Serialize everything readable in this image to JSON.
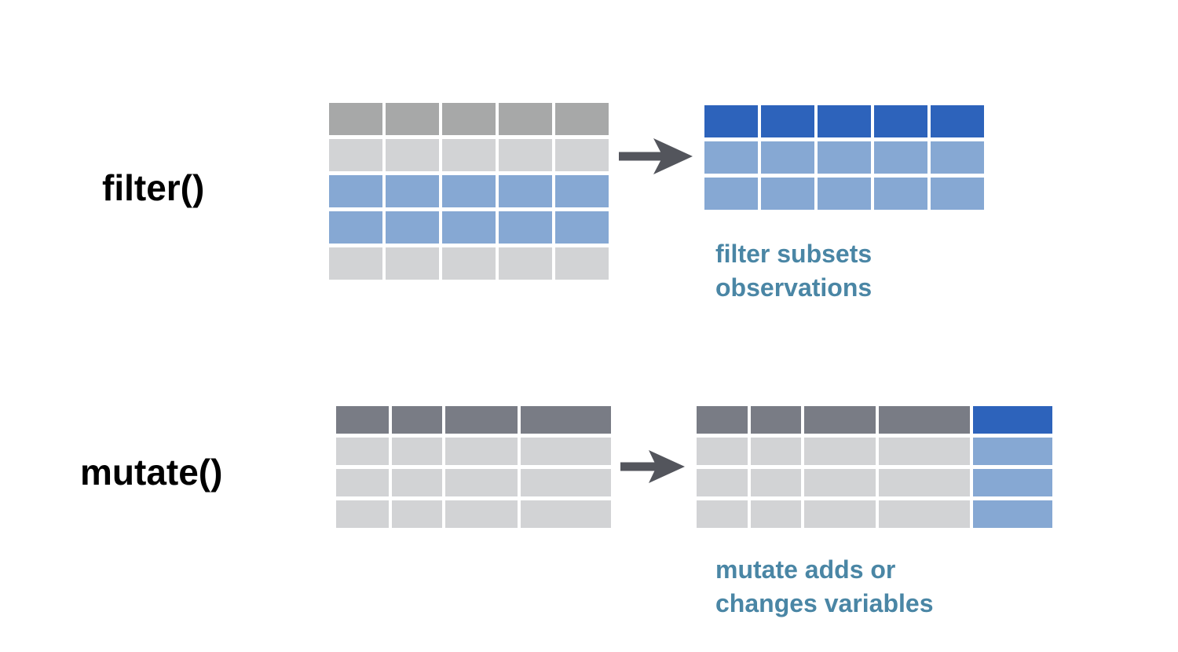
{
  "colors": {
    "header_gray": "#a7a8a8",
    "header_dark": "#797c85",
    "row_gray": "#d2d3d5",
    "row_blue": "#86a8d3",
    "header_blue": "#2d63bb",
    "caption": "#4a86a5",
    "arrow": "#53555c"
  },
  "filter": {
    "label": "filter()",
    "caption_line1": "filter subsets",
    "caption_line2": "observations",
    "input_rows": [
      "header_gray",
      "row_gray",
      "row_blue",
      "row_blue",
      "row_gray"
    ],
    "output_rows": [
      "header_blue",
      "row_blue",
      "row_blue"
    ],
    "columns": 5
  },
  "mutate": {
    "label": "mutate()",
    "caption_line1": "mutate adds or",
    "caption_line2": "changes variables",
    "input_columns": 4,
    "output_columns": 5,
    "input_rows": 4,
    "new_column_colors": [
      "header_blue",
      "row_blue",
      "row_blue",
      "row_blue"
    ]
  }
}
